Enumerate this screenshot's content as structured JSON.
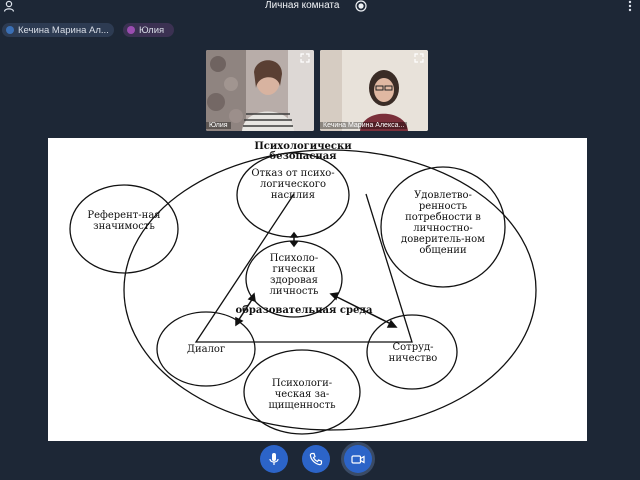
{
  "header": {
    "room_title": "Личная комната"
  },
  "participants": [
    {
      "name": "Кечина Марина Ал...",
      "color": "#3a6fb5"
    },
    {
      "name": "Юлия",
      "color": "#9a4db0"
    }
  ],
  "videos": [
    {
      "name": "Юлия"
    },
    {
      "name": "Кечина Марина Алекса..."
    }
  ],
  "diagram": {
    "outer_label": "Психологически безопасная",
    "inner_label": "образовательная среда",
    "nodes": {
      "refusal": "Отказ от психо-логического насилия",
      "referent": "Референт-ная значимость",
      "satisfaction": "Удовлетво-ренность потребности в личностно-доверитель-ном общении",
      "healthy": "Психоло-гически здоровая личность",
      "dialog": "Диалог",
      "cooperation": "Сотруд-ничество",
      "protection": "Психологи-ческая за-щищенность"
    }
  },
  "controls": {
    "mic": "microphone-icon",
    "call": "phone-icon",
    "camera": "camera-icon"
  },
  "colors": {
    "background": "#1d2736",
    "accent": "#2c64c8"
  }
}
